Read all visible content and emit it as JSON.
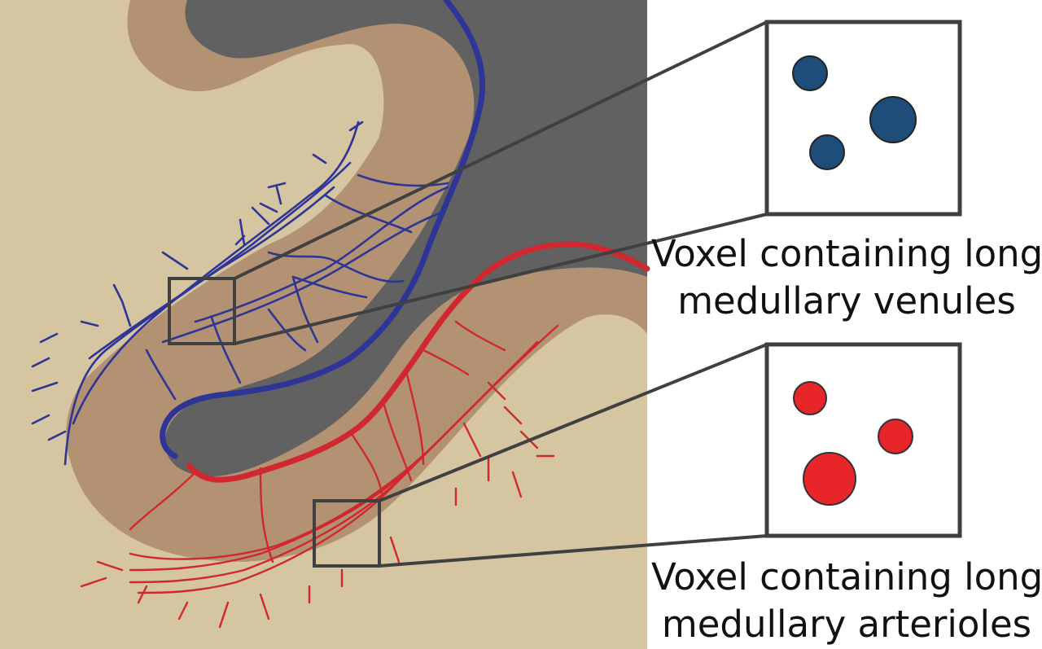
{
  "captions": {
    "venules": {
      "line1": "Voxel containing long",
      "line2": "medullary venules"
    },
    "arterioles": {
      "line1": "Voxel containing long",
      "line2": "medullary arterioles"
    }
  },
  "colors": {
    "white_matter": "#d5c5a1",
    "cortex": "#b29272",
    "csf": "#616161",
    "venule": "#2f3596",
    "artery": "#d0282e",
    "venule_dot": "#1f4d79",
    "arteriole_dot": "#e8262a",
    "frame": "#404040"
  }
}
